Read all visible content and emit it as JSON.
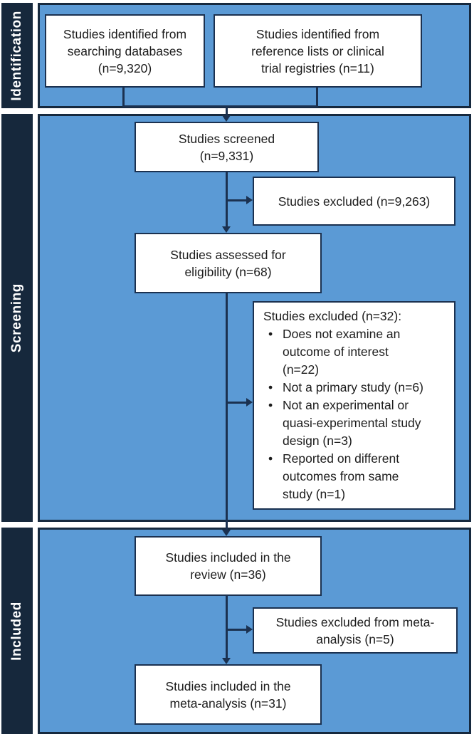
{
  "palette": {
    "panel_blue": "#5b9ad5",
    "sidebar_navy": "#16283c",
    "ink": "#1b3150",
    "box_background": "#ffffff",
    "text": "#1c1c1c"
  },
  "sidebar": {
    "sections": [
      {
        "label": "Identification"
      },
      {
        "label": "Screening"
      },
      {
        "label": "Included"
      }
    ]
  },
  "boxes": {
    "identified_databases": {
      "text": "Studies identified from\nsearching databases\n(n=9,320)"
    },
    "identified_references": {
      "text": "Studies identified from\nreference lists or clinical\ntrial registries (n=11)"
    },
    "screened": {
      "text": "Studies screened\n(n=9,331)"
    },
    "excluded_screening": {
      "text": "Studies excluded (n=9,263)"
    },
    "assessed": {
      "text": "Studies assessed for\neligibility (n=68)"
    },
    "excluded_eligibility": {
      "heading": "Studies excluded (n=32):",
      "items": [
        "Does not examine an\noutcome of interest\n(n=22)",
        "Not a primary study (n=6)",
        "Not an experimental or\nquasi-experimental study\ndesign (n=3)",
        "Reported on different\noutcomes from same\nstudy (n=1)"
      ]
    },
    "included_review": {
      "text": "Studies included in the\nreview (n=36)"
    },
    "excluded_meta_analysis": {
      "text": "Studies excluded from meta-\nanalysis (n=5)"
    },
    "included_meta_analysis": {
      "text": "Studies included in the\nmeta-analysis (n=31)"
    }
  }
}
